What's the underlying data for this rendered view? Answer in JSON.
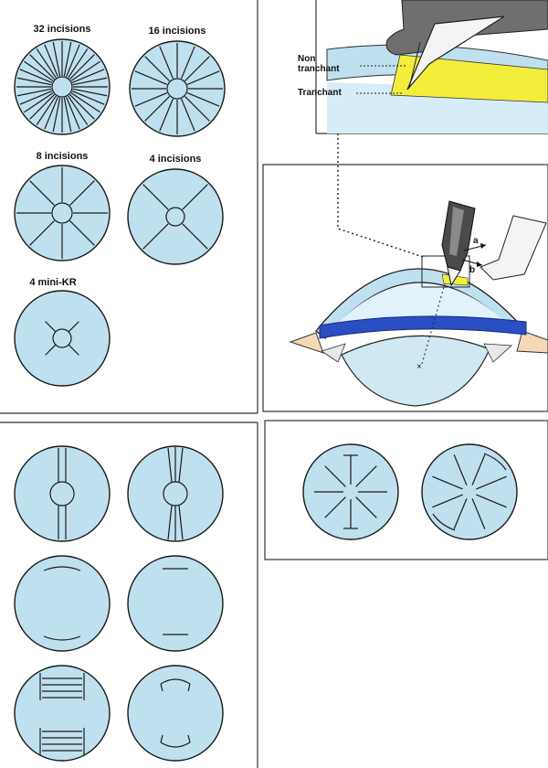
{
  "panel_a": {
    "labels": {
      "inc32": "32 incisions",
      "inc16": "16 incisions",
      "inc8": "8 incisions",
      "inc4": "4 incisions",
      "minikr": "4 mini-KR"
    }
  },
  "panel_b": {
    "blade_labels": {
      "non_tranchant_line1": "Non",
      "non_tranchant_line2": "tranchant",
      "tranchant": "Tranchant"
    },
    "dimension_labels": {
      "a": "a",
      "b": "b"
    }
  },
  "colors": {
    "cornea_fill": "#bfe0ee",
    "blade_yellow": "#f3ee3c",
    "iris_blue": "#2a4fc4",
    "outline": "#1a1a1a",
    "instrument_gray": "#6f6f6f"
  }
}
